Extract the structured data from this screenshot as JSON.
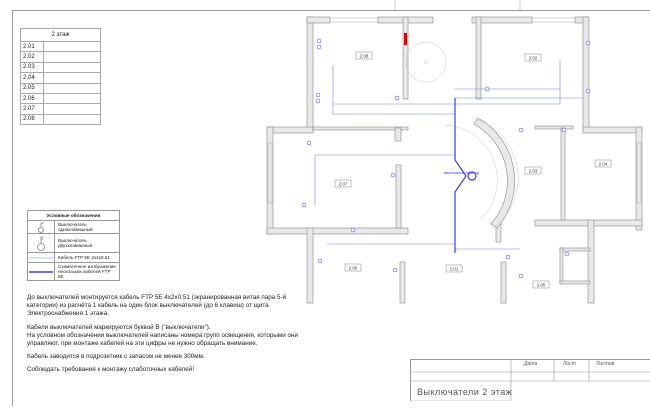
{
  "room_table": {
    "header": "2 этаж",
    "rows": [
      "2.01",
      "2.02",
      "2.03",
      "2.04",
      "2.05",
      "2.06",
      "2.07",
      "2.08"
    ]
  },
  "legend": {
    "title": "Условные обозначения",
    "items": [
      {
        "icon": "single-switch-icon",
        "label": "Выключатель одноклавишный"
      },
      {
        "icon": "double-switch-icon",
        "label": "Выключатель двухклавишный"
      },
      {
        "icon": "thin-cable-line",
        "label": "Кабель FTP 5E 2x4x0.51"
      },
      {
        "icon": "thick-cable-line",
        "label": "Схематичное изображение нескольких кабелей FTP 5E"
      }
    ]
  },
  "notes": [
    "До выключателей монтируется кабель FTP 5E 4x2x0.51 (экранированная витая пара 5-й категории) из расчёта 1 кабель на один блок выключателей (до 6 клавиш) от щита Электроснабжения 1 этажа.",
    "Кабели выключателей маркируются буквой В (\"выключатели\").",
    "На условном обозначении выключателей написаны номера групп освещения, которыми они управляют, при монтаже кабелей на эти цифры не нужно обращать внимание.",
    "Кабель заводится в подрозетник с запасом не менее 300мм.",
    "Соблюдать требования к монтажу слаботочных кабелей!"
  ],
  "plan": {
    "rooms": [
      "2.08",
      "2.02",
      "2.07",
      "2.03",
      "2.04",
      "2.06",
      "2.01",
      "2.05"
    ],
    "trunk_label": "межэтажный переход"
  },
  "title_block": {
    "date_label": "Дата",
    "sheet_label": "Лист",
    "sheets_label": "Листов",
    "title": "Выключатели 2 этаж"
  },
  "colors": {
    "cable": "#3a3aff",
    "wall": "#e6e6e6",
    "wall_stroke": "#888",
    "marker": "#e00000"
  }
}
